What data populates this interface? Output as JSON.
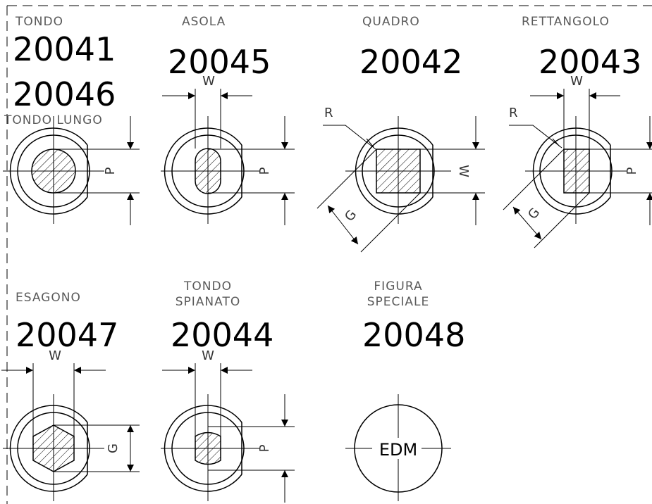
{
  "title": "",
  "colors": {
    "ink": "#000000",
    "label": "#5a5a5a",
    "paper": "#ffffff"
  },
  "shapes": [
    {
      "id": "tondo",
      "label": "TONDO",
      "code": "20041",
      "code2": "20046",
      "label2": "TONDO   LUNGO",
      "dim": "P"
    },
    {
      "id": "asola",
      "label": "ASOLA",
      "code": "20045",
      "dim_w": "W",
      "dim": "P"
    },
    {
      "id": "quadro",
      "label": "QUADRO",
      "code": "20042",
      "dim_r": "R",
      "dim_g": "G",
      "dim": "W"
    },
    {
      "id": "rettangolo",
      "label": "RETTANGOLO",
      "code": "20043",
      "dim_w": "W",
      "dim_r": "R",
      "dim_g": "G",
      "dim": "P"
    },
    {
      "id": "esagono",
      "label": "ESAGONO",
      "code": "20047",
      "dim_w": "W",
      "dim": "G"
    },
    {
      "id": "tondo-spianato",
      "label": "TONDO",
      "label_line2": "SPIANATO",
      "code": "20044",
      "dim_w": "W",
      "dim": "P"
    },
    {
      "id": "figura-speciale",
      "label": "FIGURA",
      "label_line2": "SPECIALE",
      "code": "20048",
      "inner": "EDM"
    }
  ]
}
